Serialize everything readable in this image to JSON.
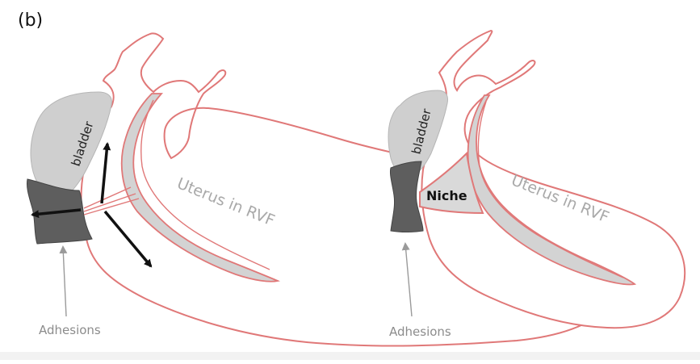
{
  "figure": {
    "panel_label": "(b)"
  },
  "left_panel": {
    "bladder_label": "bladder",
    "uterus_label": "Uterus in RVF",
    "adhesions_label": "Adhesions"
  },
  "right_panel": {
    "bladder_label": "bladder",
    "niche_label": "Niche",
    "uterus_label": "Uterus in RVF",
    "adhesions_label": "Adhesions"
  },
  "colors": {
    "uterus_outline": "#e07878",
    "bladder_fill": "#cfcfcf",
    "adhesion_fill": "#5e5e5e",
    "cavity_fill": "#d3d3d3",
    "niche_fill": "#d9d9d9",
    "arrow": "#111111",
    "pointer": "#9a9a9a"
  }
}
